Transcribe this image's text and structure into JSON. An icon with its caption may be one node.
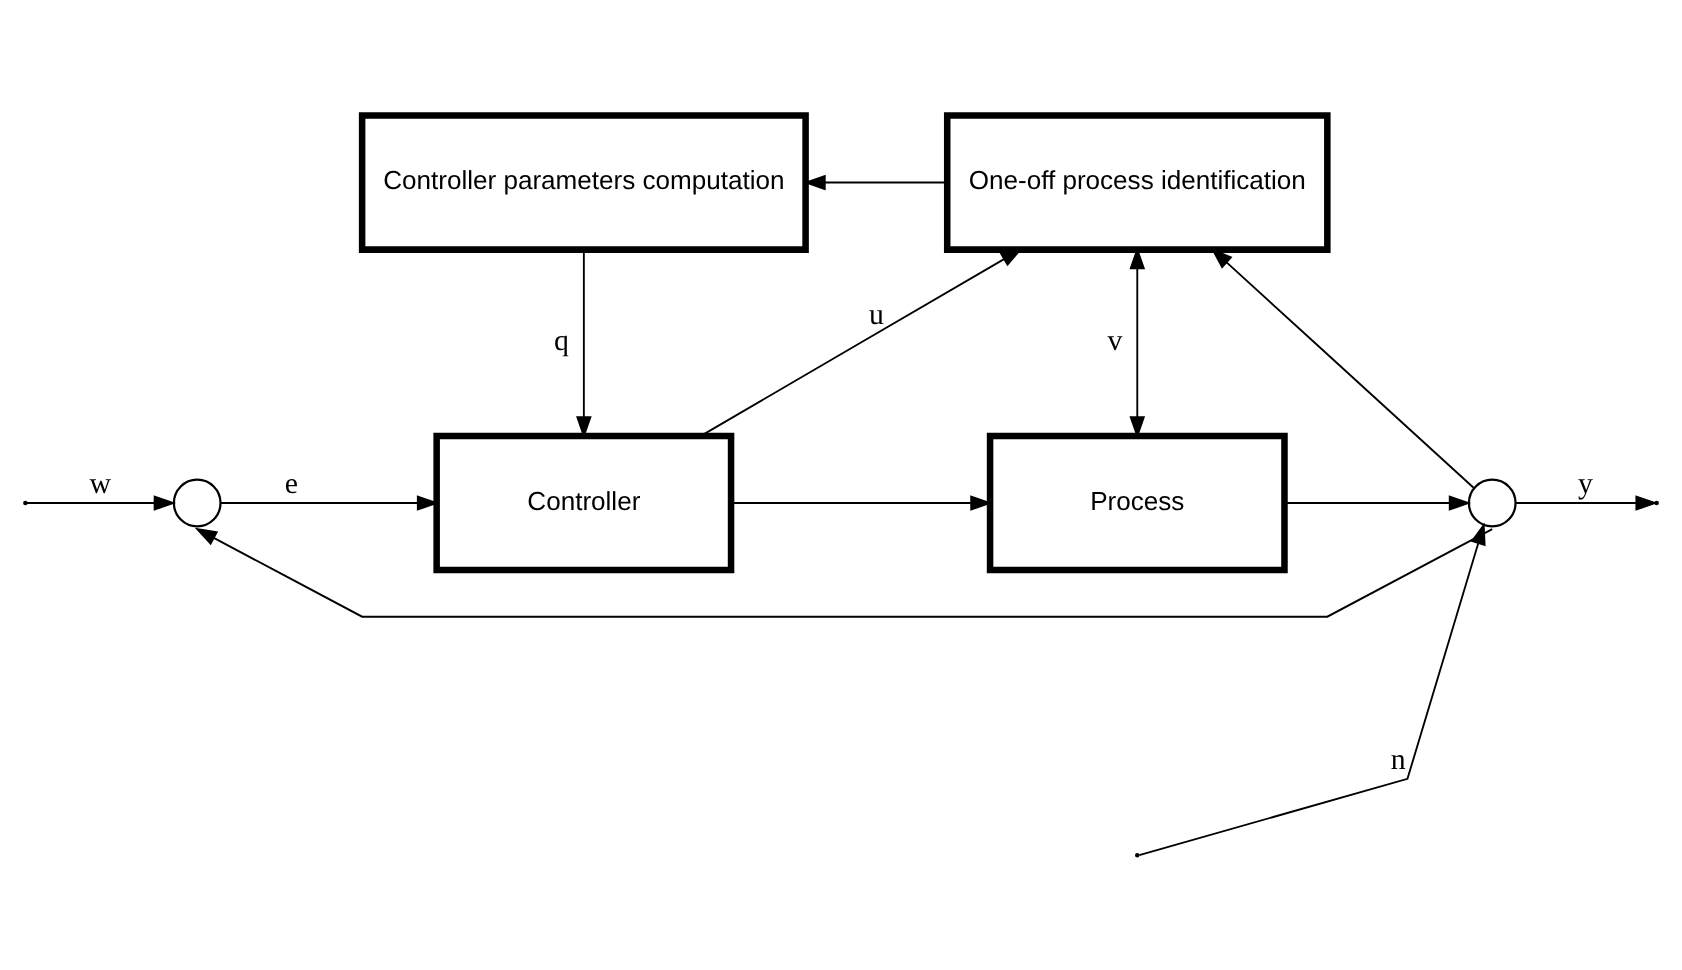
{
  "diagram": {
    "nodes": [
      {
        "text": [
          "Controller parameters computation"
        ]
      },
      {
        "text": [
          "One-off process identification"
        ]
      },
      {
        "text": [
          "Controller"
        ]
      },
      {
        "text": [
          "Process"
        ]
      },
      {
        "text": [],
        "shape": "circle"
      },
      {
        "text": [],
        "shape": "circle"
      }
    ],
    "edges": [
      {
        "from": null,
        "to": 4,
        "arrow": "to",
        "label": "w"
      },
      {
        "from": 4,
        "to": 2,
        "arrow": "to",
        "label": "e"
      },
      {
        "from": 0,
        "to": 2,
        "arrow": "to",
        "label": "q"
      },
      {
        "from": 2,
        "to": 3,
        "arrow": "to"
      },
      {
        "from": 2,
        "to": 1,
        "arrow": "to",
        "label": "u"
      },
      {
        "from": 1,
        "to": 0,
        "arrow": "to"
      },
      {
        "from": 1,
        "to": 3,
        "arrow": "both",
        "label": "v"
      },
      {
        "from": 3,
        "to": 5,
        "arrow": "to"
      },
      {
        "from": null,
        "to": 5,
        "arrow": "to",
        "label": "n"
      },
      {
        "from": 5,
        "to": null,
        "arrow": "to",
        "label": "y"
      },
      {
        "from": 5,
        "to": 1,
        "arrow": "to"
      },
      {
        "from": 5,
        "to": 4,
        "arrow": "to"
      }
    ]
  }
}
